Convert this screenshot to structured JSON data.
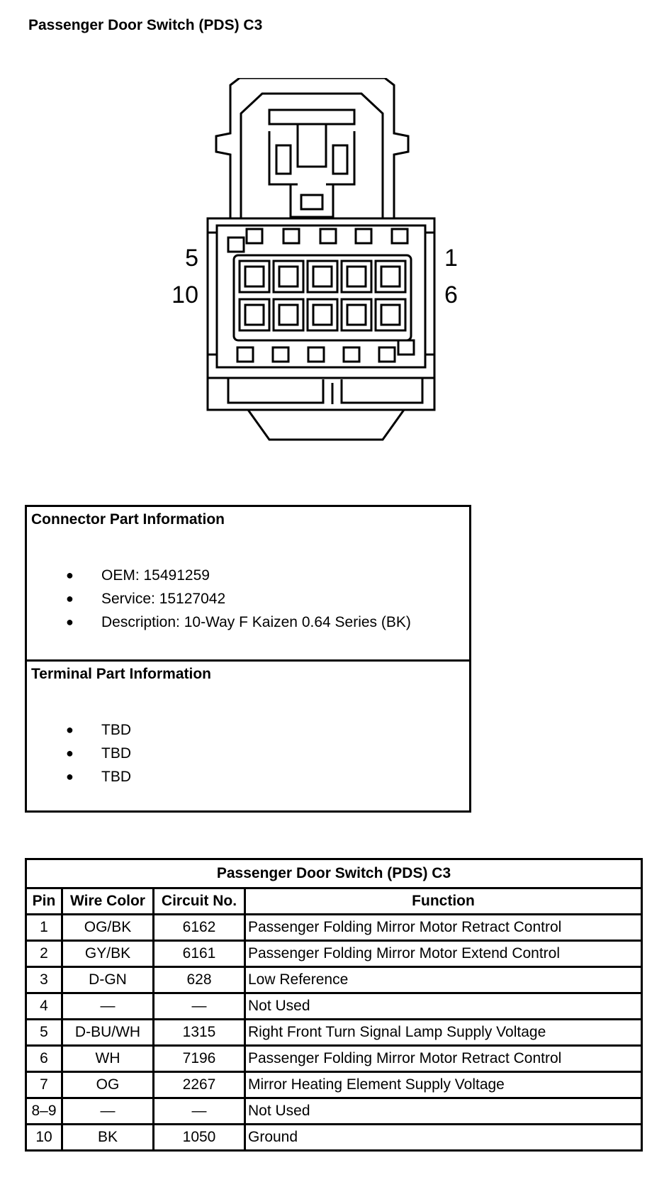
{
  "title": "Passenger Door Switch (PDS) C3",
  "connector": {
    "pin_labels": {
      "top_left": "5",
      "top_right": "1",
      "bottom_left": "10",
      "bottom_right": "6"
    }
  },
  "connector_info": {
    "heading": "Connector Part Information",
    "items": [
      "OEM: 15491259",
      "Service: 15127042",
      "Description: 10-Way F Kaizen 0.64 Series (BK)"
    ]
  },
  "terminal_info": {
    "heading": "Terminal Part Information",
    "items": [
      "TBD",
      "TBD",
      "TBD"
    ]
  },
  "pin_table": {
    "caption": "Passenger Door Switch (PDS) C3",
    "headers": {
      "pin": "Pin",
      "wire_color": "Wire Color",
      "circuit": "Circuit No.",
      "function": "Function"
    },
    "rows": [
      {
        "pin": "1",
        "wire_color": "OG/BK",
        "circuit": "6162",
        "function": "Passenger Folding Mirror Motor Retract Control"
      },
      {
        "pin": "2",
        "wire_color": "GY/BK",
        "circuit": "6161",
        "function": "Passenger Folding Mirror Motor Extend Control"
      },
      {
        "pin": "3",
        "wire_color": "D-GN",
        "circuit": "628",
        "function": "Low Reference"
      },
      {
        "pin": "4",
        "wire_color": "—",
        "circuit": "—",
        "function": "Not Used"
      },
      {
        "pin": "5",
        "wire_color": "D-BU/WH",
        "circuit": "1315",
        "function": "Right Front Turn Signal Lamp Supply Voltage"
      },
      {
        "pin": "6",
        "wire_color": "WH",
        "circuit": "7196",
        "function": "Passenger Folding Mirror Motor Retract Control"
      },
      {
        "pin": "7",
        "wire_color": "OG",
        "circuit": "2267",
        "function": "Mirror Heating Element Supply Voltage"
      },
      {
        "pin": "8–9",
        "wire_color": "—",
        "circuit": "—",
        "function": "Not Used"
      },
      {
        "pin": "10",
        "wire_color": "BK",
        "circuit": "1050",
        "function": "Ground"
      }
    ]
  }
}
